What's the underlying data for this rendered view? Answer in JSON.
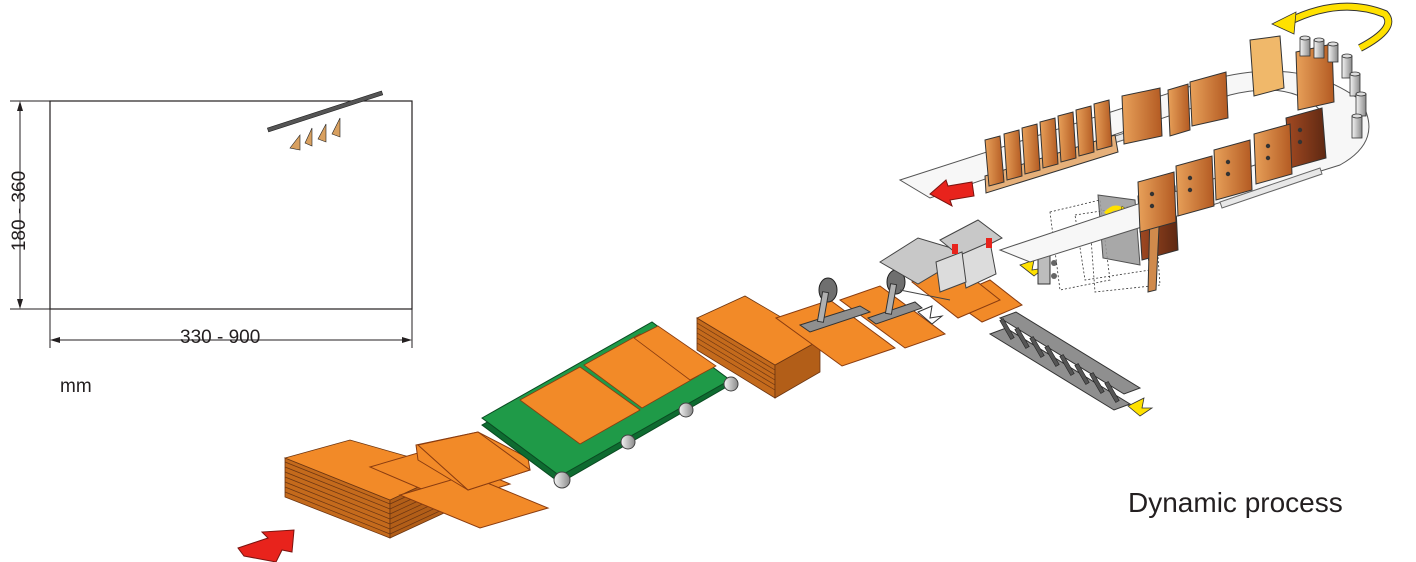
{
  "labels": {
    "width_range": "330 - 900",
    "height_range": "180 - 360",
    "unit": "mm",
    "process": "Dynamic process"
  },
  "colors": {
    "sheet_orange": "#f28a28",
    "sheet_edge": "#8a3c10",
    "belt_green": "#1f9a48",
    "belt_dark": "#0e6b30",
    "machine_gray": "#c8c8c8",
    "board_brown": "#c9752f",
    "board_dark": "#7a3518",
    "arrow_red": "#e8231c",
    "arrow_yellow": "#ffe100"
  },
  "icons": {
    "input_arrow": "red-arrow-icon",
    "output_arrow": "red-arrow-icon",
    "feed_arrow": "yellow-arrow-icon",
    "return_arrow": "yellow-curved-arrow-icon"
  }
}
